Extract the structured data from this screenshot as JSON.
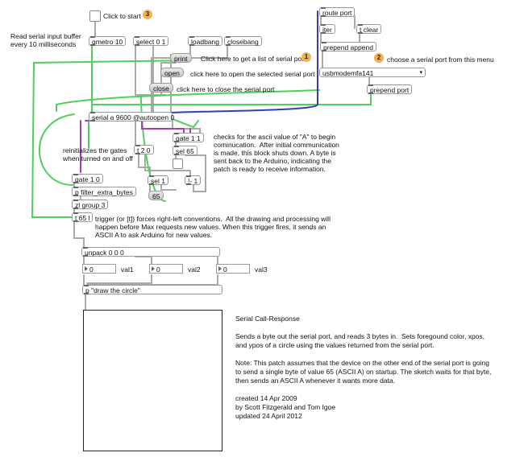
{
  "top": {
    "click_to_start": "Click to start",
    "badge_start": "3",
    "read_serial": "Read serial input buffer\nevery 10 milliseconds"
  },
  "objects": {
    "qmetro": "qmetro 10",
    "select": "select 0 1",
    "loadbang": "loadbang",
    "closebang": "closebang",
    "route_port": "route port",
    "iter": "iter",
    "t_clear": "t clear",
    "prepend_append": "prepend append",
    "prepend_port": "prepend port",
    "serial": "serial a 9600 @autoopen 0",
    "t20": "t 2 0",
    "gate11": "gate 1 1",
    "sel65": "sel 65",
    "sel1": "sel 1",
    "minus1": "!- 1",
    "gate10": "gate 1 0",
    "filter": "p filter_extra_bytes",
    "zlgroup": "zl group 3",
    "t65": "t 65 l",
    "unpack": "unpack 0 0 0",
    "draw": "p \"draw the circle\""
  },
  "messages": {
    "print": "print",
    "open": "open",
    "close": "close",
    "m65": "65"
  },
  "menu": {
    "value": "usbmodemfa141",
    "arrow": "▾"
  },
  "notes": {
    "print_note": "Click here to get a list of serial ports",
    "badge_print": "1",
    "open_note": "click here to open the selected serial port",
    "close_note": "click here to close the serial port",
    "badge_choose": "2",
    "choose_note": "choose a serial port from this menu",
    "checks": "checks for the ascii value of \"A\" to begin\ncominucation.  After initial communication\nis made, this block shuts down. A byte is\nsent back to the Arduino, indicating the\npatch is ready to receive information.",
    "reinit": "reinitializes the gates\nwhen turned on and off",
    "trigger": "trigger (or [t]) forces right-left conventions.  All the drawing and processing will\nhappen before Max requests new values. When this trigger fires, it sends an\nASCII A to ask Arduino for new values."
  },
  "numboxes": [
    {
      "value": "0",
      "label": "val1"
    },
    {
      "value": "0",
      "label": "val2"
    },
    {
      "value": "0",
      "label": "val3"
    }
  ],
  "description": {
    "title": "Serial Call-Response",
    "p1": "Sends a byte out the serial port, and reads 3 bytes in.  Sets foregound color, xpos,\nand ypos of a circle using the values returned from the serial port.",
    "p2": "Note: This patch assumes that the device on the other end of the serial port is going\nto send a single byte of value 65 (ASCII A) on startup. The sketch waits for that byte,\nthen sends an ASCII A whenever it wants more data.",
    "p3": "created 14 Apr 2009\nby Scott Fitzgerald and Tom Igoe\nupdated 24 April 2012"
  },
  "colors": {
    "wire_default": "#a9a9a9",
    "wire_signal": "#4fd05c",
    "wire_list": "#3b3bb8",
    "wire_gate": "#a53fb4",
    "badge": "#f4b04f"
  }
}
